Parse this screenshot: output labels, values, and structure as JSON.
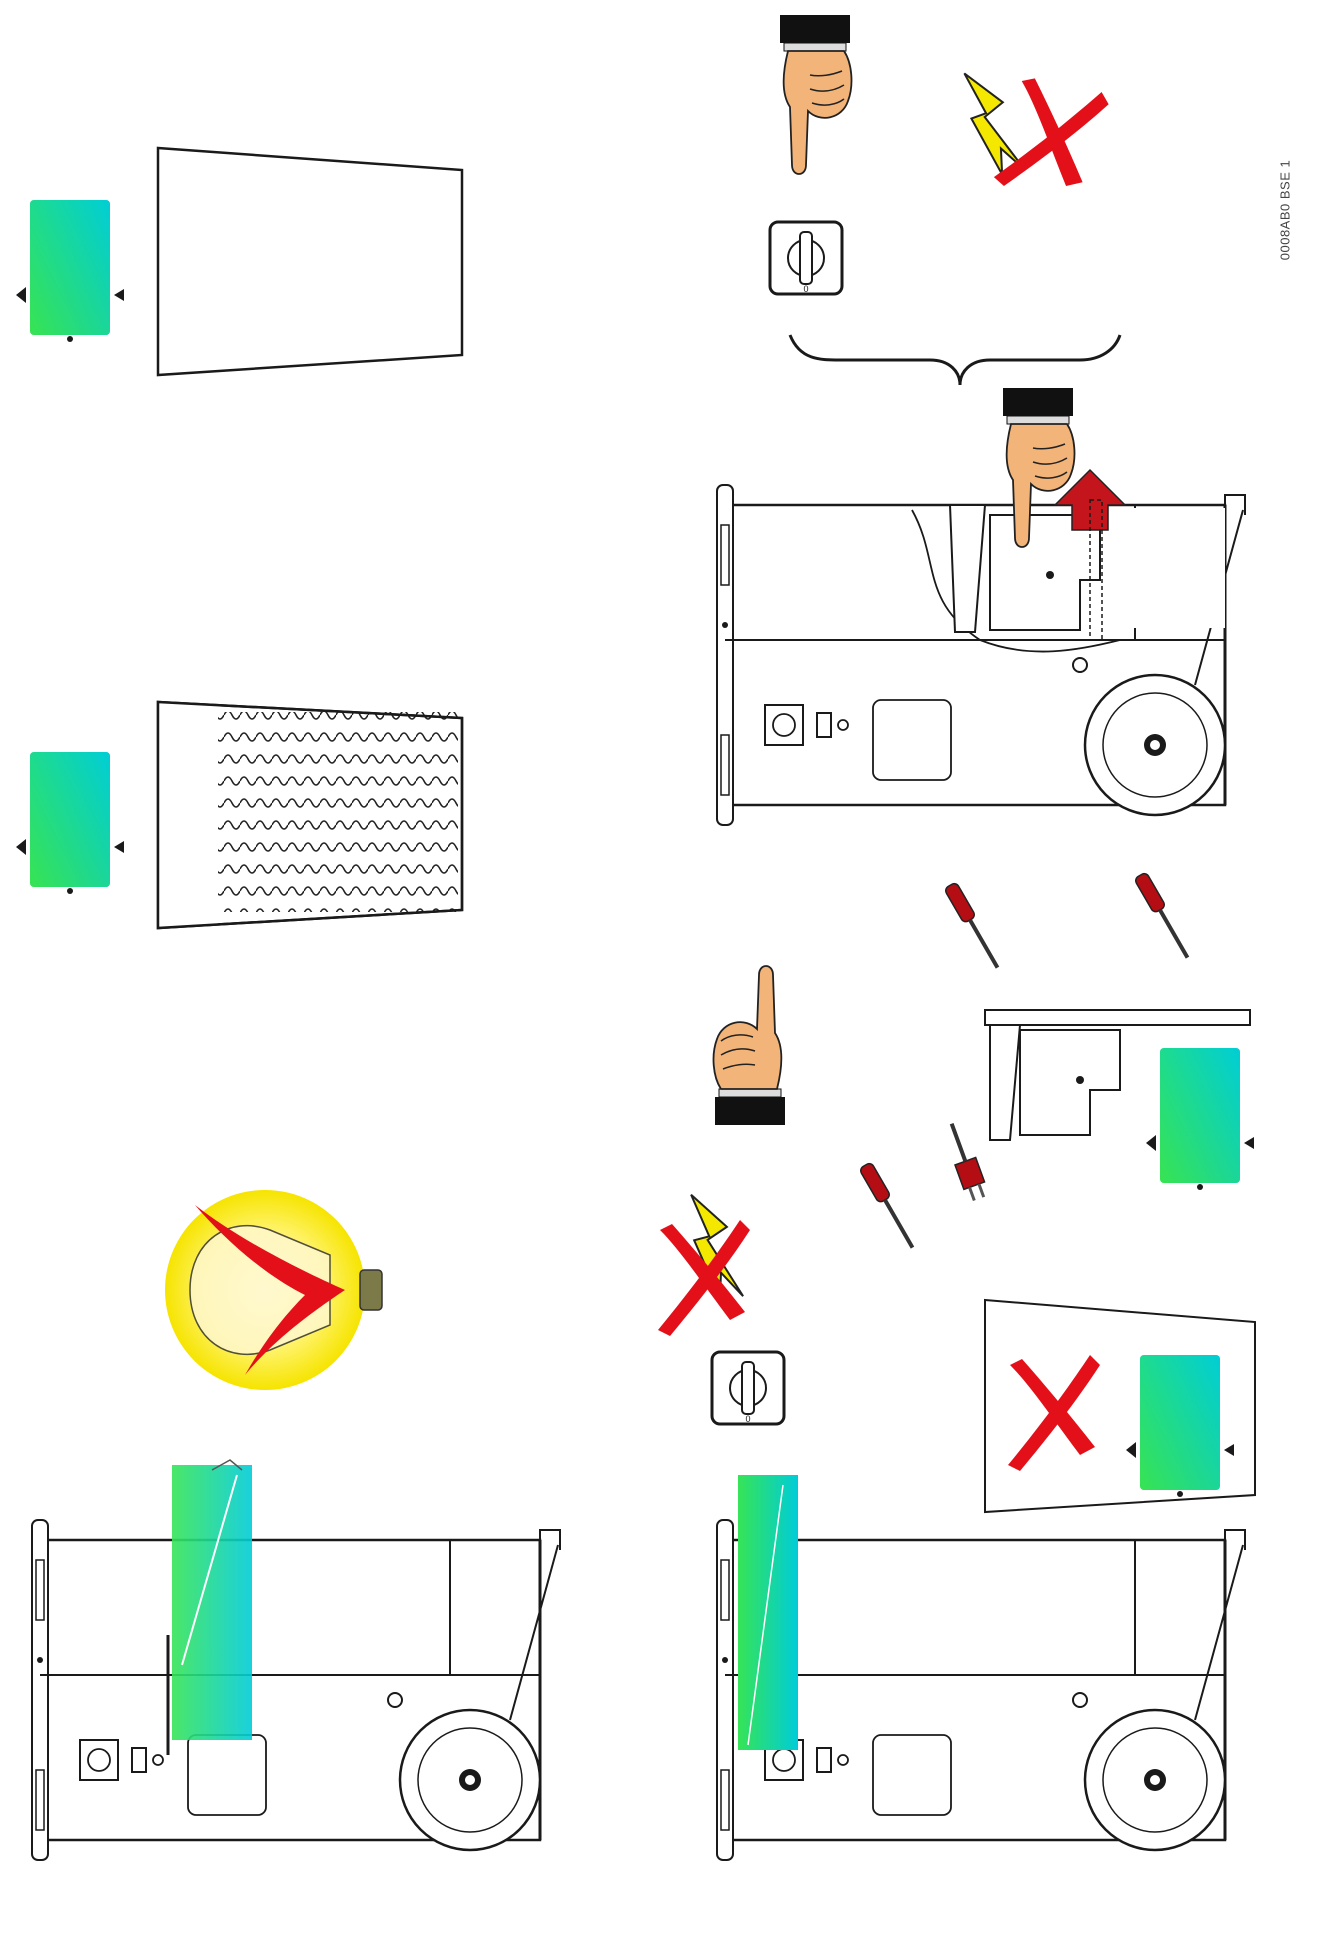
{
  "figure": {
    "reference_code": "0008AB0 BSE 1"
  },
  "icons": {
    "heater": "welding-machine-with-wheel",
    "filter": "air-filter-cartridge",
    "dirty_filter": "clogged-filter",
    "bulb": "warning-lamp",
    "switch": "rotary-main-switch",
    "hand": "pointing-hand",
    "lightning": "electric-hazard",
    "cross": "prohibited-x",
    "screwdriver": "screwdriver-tool",
    "plug": "power-plug"
  },
  "colors": {
    "filter_gradient_start": "#00d4c8",
    "filter_gradient_end": "#39e24a",
    "hazard_red": "#e3101a",
    "lightning_yellow": "#f4e800",
    "bulb_yellow": "#fff14a",
    "skin": "#f2b479",
    "outline": "#1a1a1a"
  }
}
